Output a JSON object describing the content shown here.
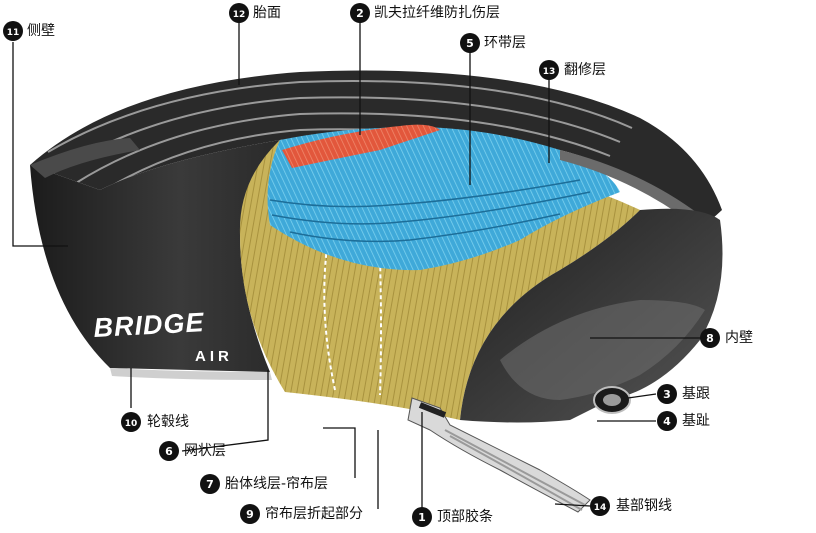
{
  "diagram": {
    "brand_text": "BRIDGE",
    "sub_brand_text": "AIR",
    "colors": {
      "rubber": "#2f2f2f",
      "rubber_light": "#8a8a8a",
      "carcass_gold": "#c8b35a",
      "belt_blue": "#3fa9d9",
      "belt_blue_light": "#7fd3f0",
      "kevlar_red": "#e2573c"
    },
    "parts": [
      {
        "num": "1",
        "label": "顶部胶条"
      },
      {
        "num": "2",
        "label": "凯夫拉纤维防扎伤层"
      },
      {
        "num": "3",
        "label": "基跟"
      },
      {
        "num": "4",
        "label": "基趾"
      },
      {
        "num": "5",
        "label": "环带层"
      },
      {
        "num": "6",
        "label": "网状层"
      },
      {
        "num": "7",
        "label": "胎体线层-帘布层"
      },
      {
        "num": "8",
        "label": "内壁"
      },
      {
        "num": "9",
        "label": "帘布层折起部分"
      },
      {
        "num": "10",
        "label": "轮毂线"
      },
      {
        "num": "11",
        "label": "侧壁"
      },
      {
        "num": "12",
        "label": "胎面"
      },
      {
        "num": "13",
        "label": "翻修层"
      },
      {
        "num": "14",
        "label": "基部钢线"
      }
    ]
  }
}
